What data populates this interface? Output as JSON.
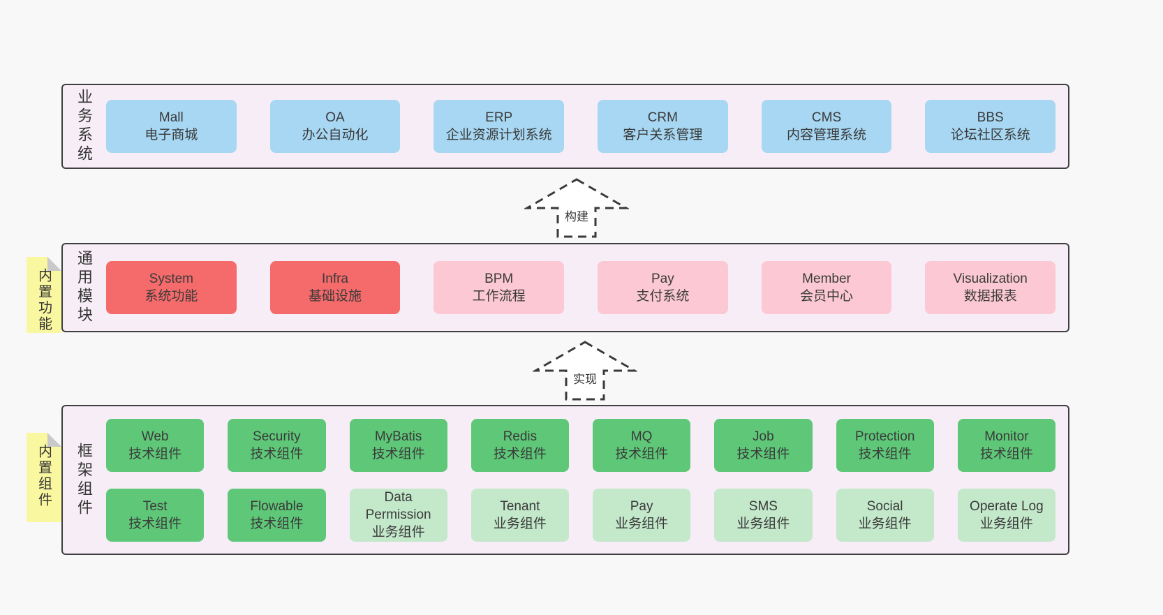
{
  "colors": {
    "page_bg": "#f8f8f8",
    "panel_bg": "#f7edf6",
    "panel_border": "#3f3f3f",
    "box_blue": "#a7d7f2",
    "box_red": "#f56a6a",
    "box_pink": "#fbc8d3",
    "box_green_dark": "#5ec878",
    "box_green_light": "#c3e8ca",
    "sticky_yellow": "#f9f7a0",
    "sticky_fold_gray": "#c9c9c9",
    "text": "#3a3a3a"
  },
  "arrows": [
    {
      "label": "构建"
    },
    {
      "label": "实现"
    }
  ],
  "sections": {
    "business": {
      "label": "业务系统",
      "boxes": [
        {
          "en": "Mall",
          "zh": "电子商城",
          "variant": "blue"
        },
        {
          "en": "OA",
          "zh": "办公自动化",
          "variant": "blue"
        },
        {
          "en": "ERP",
          "zh": "企业资源计划系统",
          "variant": "blue"
        },
        {
          "en": "CRM",
          "zh": "客户关系管理",
          "variant": "blue"
        },
        {
          "en": "CMS",
          "zh": "内容管理系统",
          "variant": "blue"
        },
        {
          "en": "BBS",
          "zh": "论坛社区系统",
          "variant": "blue"
        }
      ]
    },
    "modules": {
      "label": "通用模块",
      "sticky": "内置功能",
      "boxes": [
        {
          "en": "System",
          "zh": "系统功能",
          "variant": "red"
        },
        {
          "en": "Infra",
          "zh": "基础设施",
          "variant": "red"
        },
        {
          "en": "BPM",
          "zh": "工作流程",
          "variant": "pink"
        },
        {
          "en": "Pay",
          "zh": "支付系统",
          "variant": "pink"
        },
        {
          "en": "Member",
          "zh": "会员中心",
          "variant": "pink"
        },
        {
          "en": "Visualization",
          "zh": "数据报表",
          "variant": "pink"
        }
      ]
    },
    "components": {
      "label": "框架组件",
      "sticky": "内置组件",
      "row1": [
        {
          "en": "Web",
          "zh": "技术组件",
          "variant": "green-dark"
        },
        {
          "en": "Security",
          "zh": "技术组件",
          "variant": "green-dark"
        },
        {
          "en": "MyBatis",
          "zh": "技术组件",
          "variant": "green-dark"
        },
        {
          "en": "Redis",
          "zh": "技术组件",
          "variant": "green-dark"
        },
        {
          "en": "MQ",
          "zh": "技术组件",
          "variant": "green-dark"
        },
        {
          "en": "Job",
          "zh": "技术组件",
          "variant": "green-dark"
        },
        {
          "en": "Protection",
          "zh": "技术组件",
          "variant": "green-dark"
        },
        {
          "en": "Monitor",
          "zh": "技术组件",
          "variant": "green-dark"
        }
      ],
      "row2": [
        {
          "en": "Test",
          "zh": "技术组件",
          "variant": "green-dark"
        },
        {
          "en": "Flowable",
          "zh": "技术组件",
          "variant": "green-dark"
        },
        {
          "en": "Data Permission",
          "zh": "业务组件",
          "variant": "green-light"
        },
        {
          "en": "Tenant",
          "zh": "业务组件",
          "variant": "green-light"
        },
        {
          "en": "Pay",
          "zh": "业务组件",
          "variant": "green-light"
        },
        {
          "en": "SMS",
          "zh": "业务组件",
          "variant": "green-light"
        },
        {
          "en": "Social",
          "zh": "业务组件",
          "variant": "green-light"
        },
        {
          "en": "Operate Log",
          "zh": "业务组件",
          "variant": "green-light"
        }
      ]
    }
  }
}
